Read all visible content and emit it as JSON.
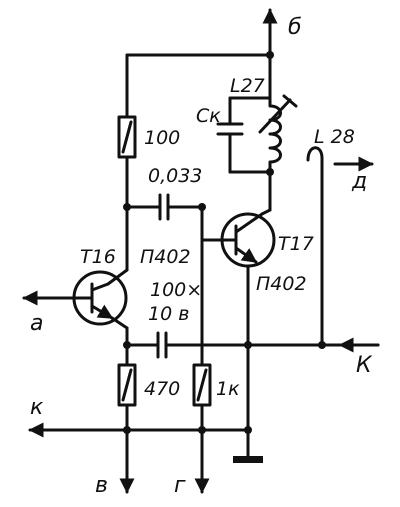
{
  "terminals": {
    "b": "б",
    "a": "а",
    "v": "в",
    "g": "г",
    "d": "д",
    "k_right": "К",
    "k_left": "к"
  },
  "components": {
    "r_collector": "100",
    "c_coupling": "0,033",
    "t16_name": "Т16",
    "t16_type": "П402",
    "c_emitter_value": "100×",
    "c_emitter_voltage": "10 в",
    "r_emitter": "470",
    "r_base": "1к",
    "coil_l27": "L27",
    "cap_ck": "Ск",
    "coil_l28": "L 28",
    "t17_name": "Т17",
    "t17_type": "П402"
  }
}
